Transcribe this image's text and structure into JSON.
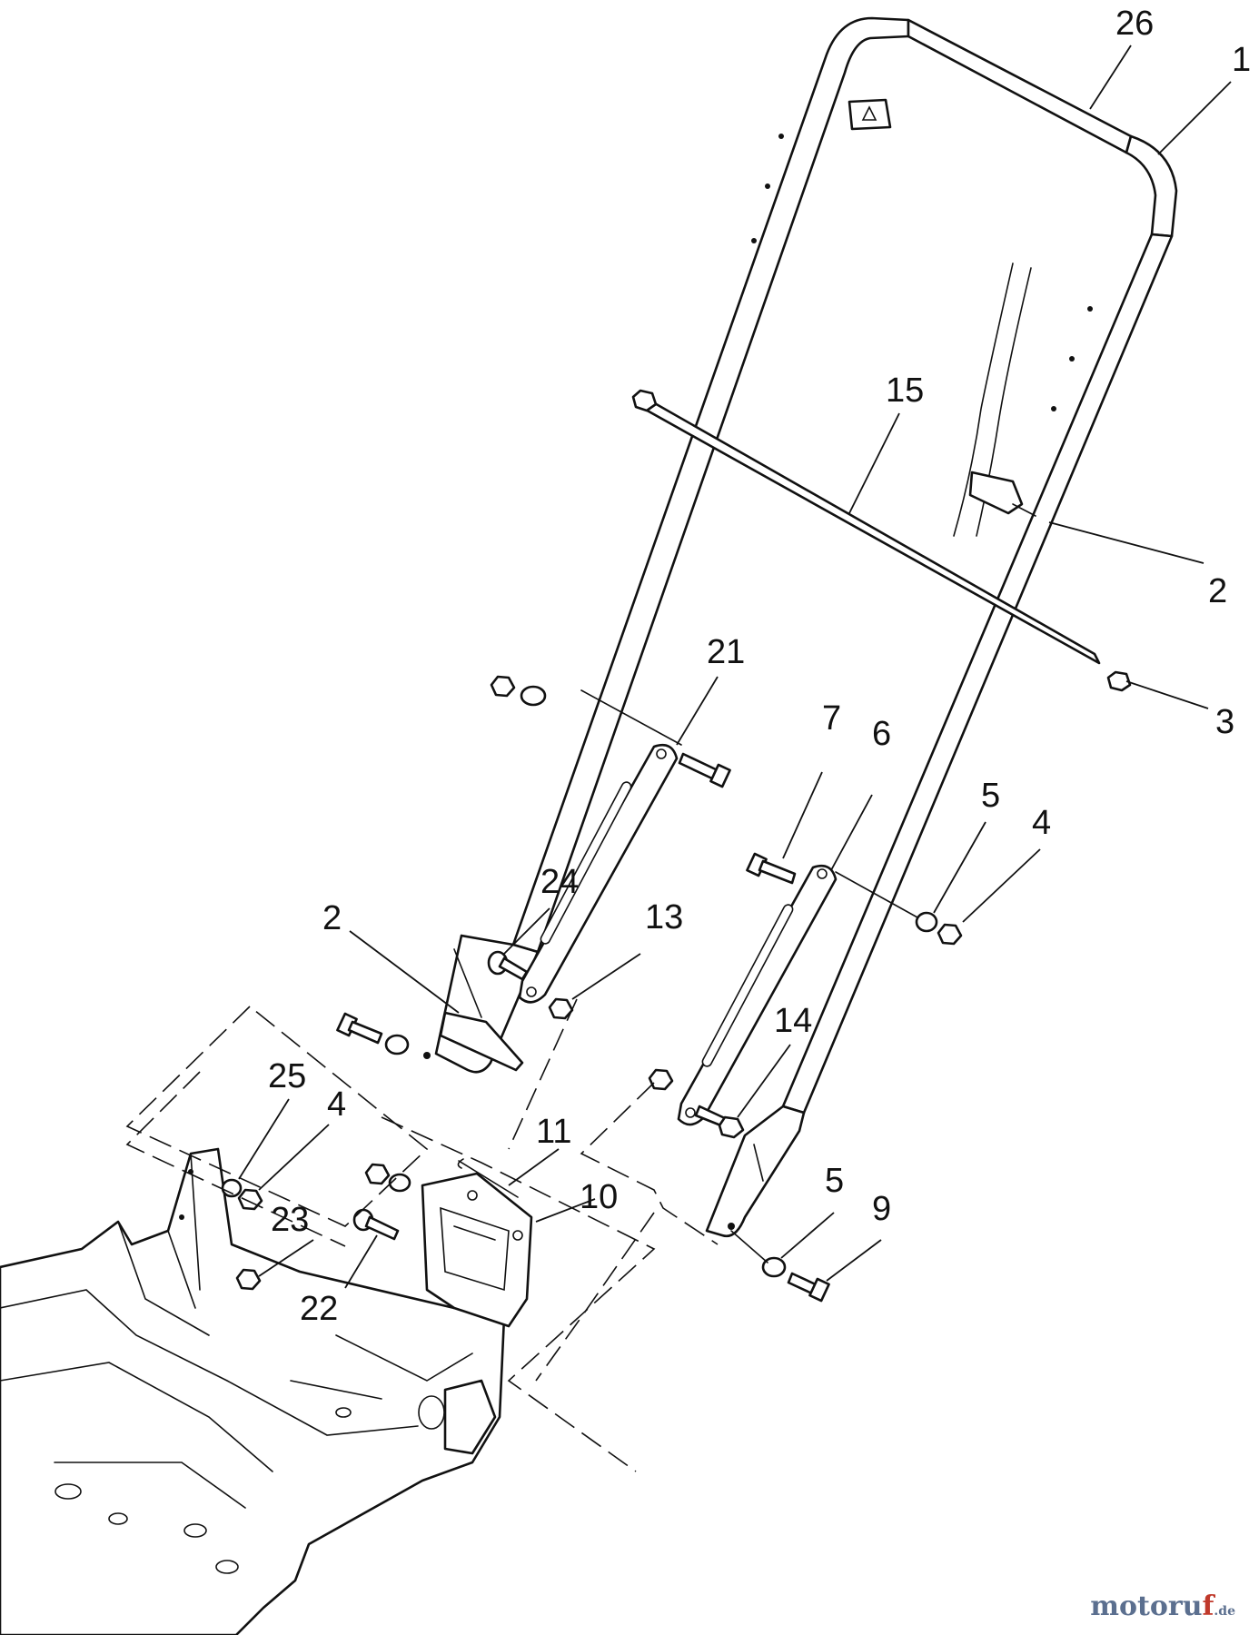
{
  "diagram": {
    "callouts": [
      {
        "id": "26",
        "label": "26"
      },
      {
        "id": "1",
        "label": "1"
      },
      {
        "id": "15",
        "label": "15"
      },
      {
        "id": "2a",
        "label": "2"
      },
      {
        "id": "3",
        "label": "3"
      },
      {
        "id": "21",
        "label": "21"
      },
      {
        "id": "7",
        "label": "7"
      },
      {
        "id": "6",
        "label": "6"
      },
      {
        "id": "5a",
        "label": "5"
      },
      {
        "id": "4a",
        "label": "4"
      },
      {
        "id": "24",
        "label": "24"
      },
      {
        "id": "13",
        "label": "13"
      },
      {
        "id": "2b",
        "label": "2"
      },
      {
        "id": "14",
        "label": "14"
      },
      {
        "id": "25",
        "label": "25"
      },
      {
        "id": "4b",
        "label": "4"
      },
      {
        "id": "11",
        "label": "11"
      },
      {
        "id": "10",
        "label": "10"
      },
      {
        "id": "5b",
        "label": "5"
      },
      {
        "id": "9",
        "label": "9"
      },
      {
        "id": "23",
        "label": "23"
      },
      {
        "id": "22",
        "label": "22"
      }
    ]
  },
  "watermark": {
    "main": "motoru",
    "accent": "f",
    "suffix": ".de",
    "colors": {
      "main": "#5b6f8f",
      "accent": "#c0392b"
    }
  }
}
